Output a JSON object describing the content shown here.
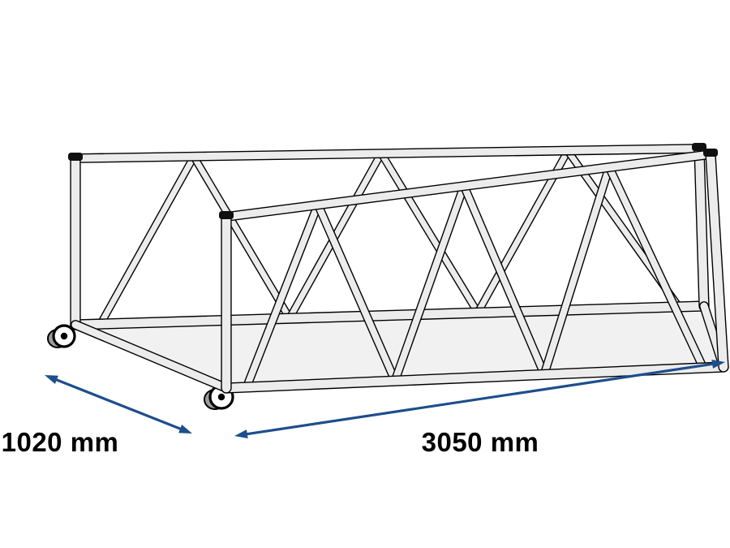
{
  "diagram": {
    "type": "isometric-technical-drawing",
    "subject": "wheeled-truss-transport-frame",
    "dimensions": {
      "width": {
        "label": "1020 mm",
        "value": 1020,
        "unit": "mm"
      },
      "length": {
        "label": "3050 mm",
        "value": 3050,
        "unit": "mm"
      }
    },
    "parts": {
      "deck": "base-deck-panel",
      "side_frames": "lattice-side-trusses",
      "wheels": "caster-wheels",
      "caps": "post-end-caps"
    },
    "colors": {
      "arrow": "#1d4e8c",
      "outline": "#000000",
      "tube_fill": "#ececec",
      "floor_fill": "#f1f1f1",
      "cap": "#101010",
      "wheel_side": "#9c9c9c",
      "wheel_face": "#ffffff",
      "label": "#000000",
      "background": "#ffffff"
    }
  }
}
